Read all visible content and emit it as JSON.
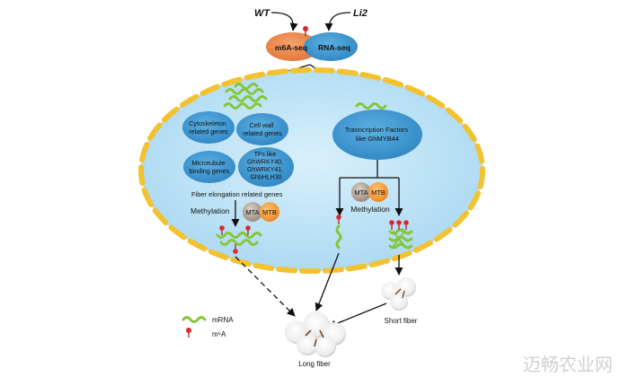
{
  "inputs": {
    "wt": "WT",
    "li2": "Li2"
  },
  "seq": {
    "m6a": "m6A-seq",
    "rna": "RNA-seq"
  },
  "genes": {
    "cytoskeleton": [
      "Cytoskeleton",
      "related genes"
    ],
    "cell_wall": [
      "Cell wall",
      "related genes"
    ],
    "microtubule": [
      "Microtubule",
      "binding genes"
    ],
    "tfs": [
      "TFs like",
      "GhWRKY40,",
      "GhWRKY41,",
      "GhbHLH30"
    ]
  },
  "fiber_genes_label": "Fiber elongation related genes",
  "tf_right": [
    "Trasncription Factors",
    "like GhMYB44"
  ],
  "methylation_label": "Methylation",
  "mta": "MTA",
  "mtb": "MTB",
  "legend": {
    "mrna": "mRNA",
    "m6a": "m⁶A"
  },
  "outcomes": {
    "long": "Long fiber",
    "short": "Short fiber"
  },
  "watermark": "迈畅农业网",
  "colors": {
    "cell_fill": "#bfe3f7",
    "cell_border": "#f2c230",
    "gene_ellipse": "#3b93cf",
    "m6a_orange": "#ec8a4c",
    "rna_blue": "#4aa6d8",
    "mrna_green": "#86c53a",
    "m6a_red": "#d9282f",
    "mta_gray": "#b3a79a",
    "mtb_orange": "#f29b38"
  }
}
